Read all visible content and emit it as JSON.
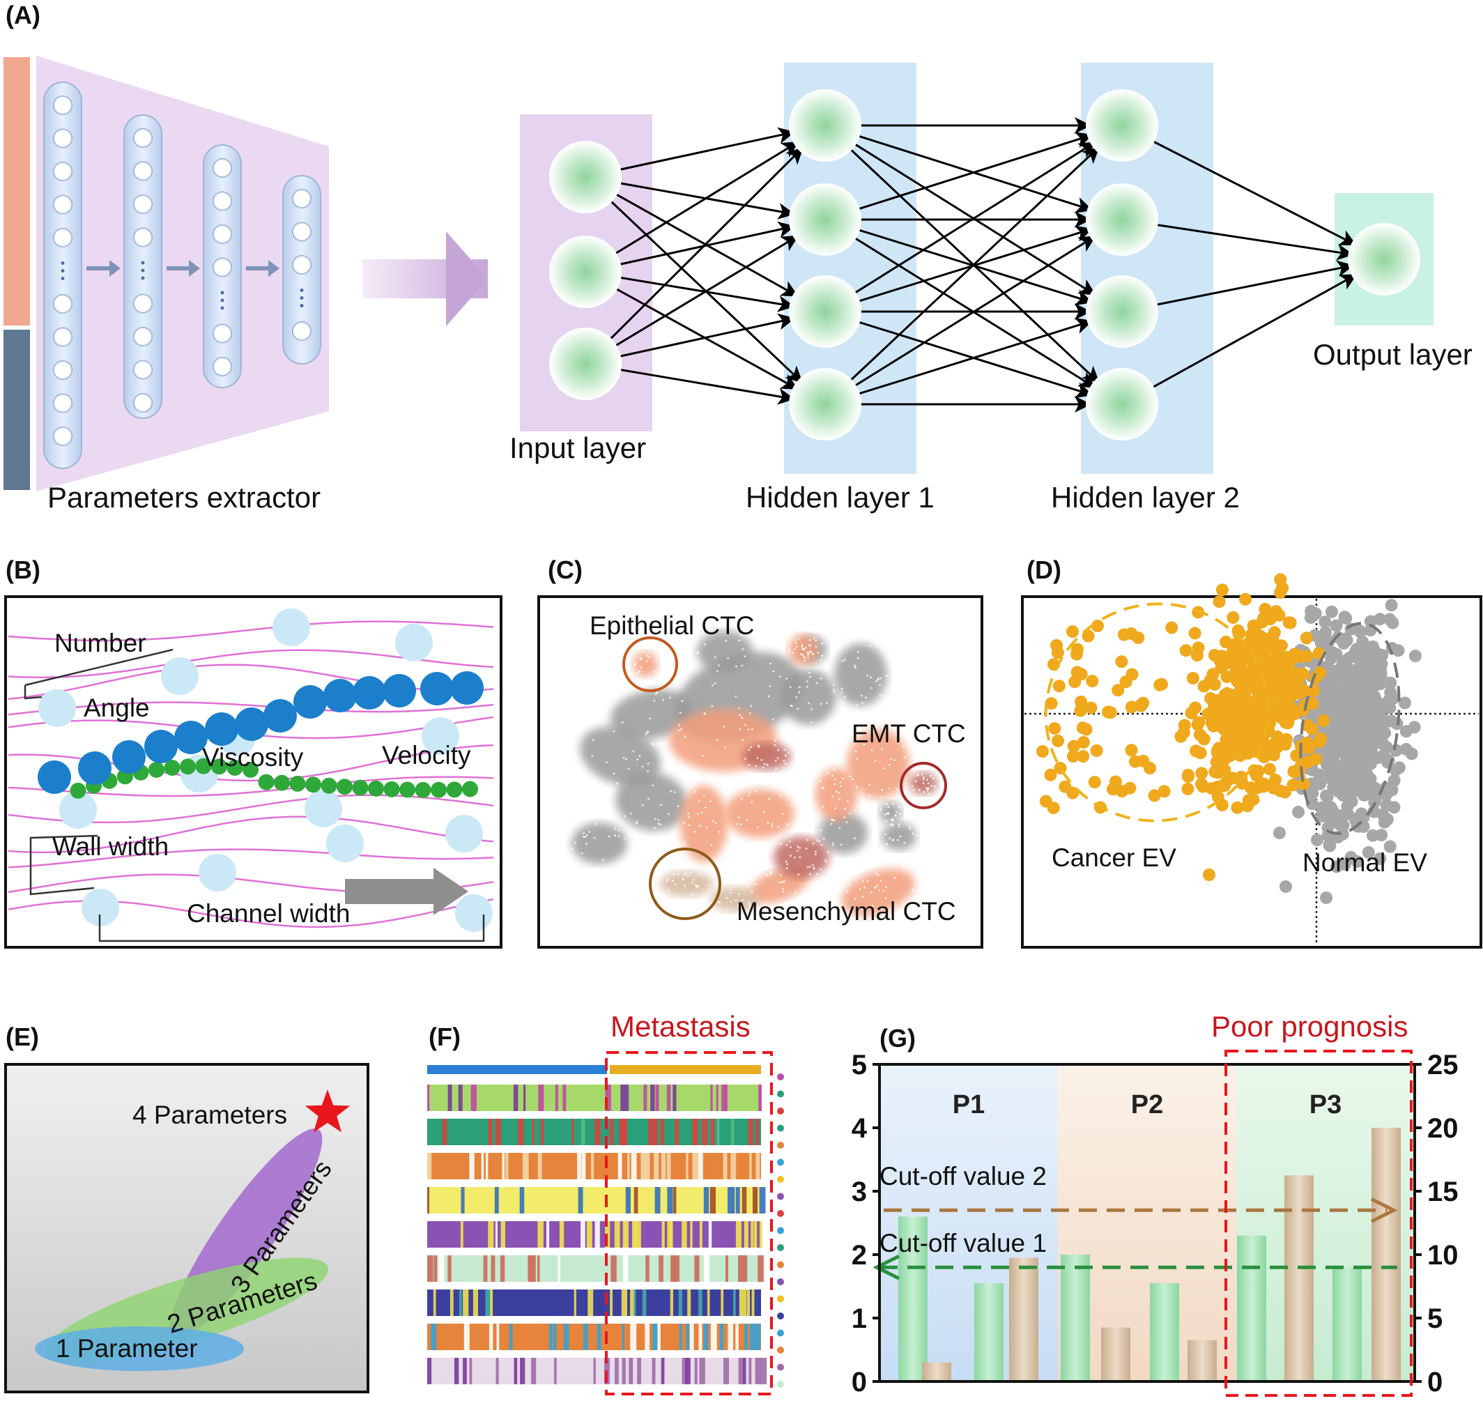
{
  "panels": {
    "A": {
      "label": "(A)",
      "extractor_label": "Parameters extractor",
      "input_label": "Input layer",
      "hidden1_label": "Hidden layer 1",
      "hidden2_label": "Hidden layer 2",
      "output_label": "Output layer",
      "colors": {
        "extractor_bg": "#e9d8f0",
        "input_bg": "#e6d3f0",
        "hidden_bg": "#cfe6f7",
        "output_bg": "#c9f1e4",
        "node": "#8fd49d",
        "bar_top": "#f0a88f",
        "bar_bottom": "#5d7890"
      }
    },
    "B": {
      "label": "(B)",
      "number": "Number",
      "angle": "Angle",
      "viscosity": "Viscosity",
      "velocity": "Velocity",
      "wall_width": "Wall width",
      "channel_width": "Channel width",
      "colors": {
        "large_bead": "#1b7fcc",
        "small_bead": "#2fa83a",
        "light_bead": "#cbe8f7",
        "streamline": "#e070d6"
      }
    },
    "C": {
      "label": "(C)",
      "epithelial": "Epithelial CTC",
      "emt": "EMT CTC",
      "mesenchymal": "Mesenchymal CTC",
      "colors": {
        "epithelial_circle": "#c45a1e",
        "emt_circle": "#a32a2a",
        "mesenchymal_circle": "#8f5a1a"
      }
    },
    "D": {
      "label": "(D)",
      "cancer": "Cancer EV",
      "normal": "Normal EV",
      "colors": {
        "cancer": "#f0a81c",
        "normal": "#a7a7a7"
      }
    },
    "E": {
      "label": "(E)",
      "p1": "1 Parameter",
      "p2": "2 Parameters",
      "p3": "3 Parameters",
      "p4": "4 Parameters",
      "star_icon": "star-icon",
      "colors": {
        "p1": "#5eaee6",
        "p2": "#8dd46e",
        "p3": "#a56fcf",
        "star": "#e8161d"
      }
    },
    "F": {
      "label": "(F)",
      "metastasis": "Metastasis"
    },
    "G": {
      "label": "(G)",
      "poor_prognosis": "Poor prognosis",
      "groups": [
        "P1",
        "P2",
        "P3"
      ],
      "cutoff2": "Cut-off value 2",
      "cutoff1": "Cut-off value 1"
    }
  },
  "chart_data": {
    "type": "bar",
    "groups": [
      "P1",
      "P2",
      "P3"
    ],
    "left_axis": {
      "ylim": [
        0,
        5
      ],
      "ticks": [
        "0",
        "1",
        "2",
        "3",
        "4",
        "5"
      ]
    },
    "right_axis": {
      "ylim": [
        0,
        25
      ],
      "ticks": [
        "0",
        "5",
        "10",
        "15",
        "20",
        "25"
      ]
    },
    "series": [
      {
        "color": "#9fe0b0",
        "axis": "left",
        "values": [
          2.6,
          1.55,
          2.0,
          1.55,
          2.3,
          1.8
        ]
      },
      {
        "color": "#d9c2a7",
        "axis": "left",
        "values": [
          0.3,
          1.95,
          0.85,
          0.65,
          3.25,
          4.0
        ]
      }
    ],
    "cutoffs": [
      {
        "axis": "right",
        "value": 13.5,
        "color": "#a9773f",
        "direction": "right"
      },
      {
        "axis": "right",
        "value": 9,
        "color": "#2a8f3d",
        "direction": "left"
      }
    ],
    "grid": false,
    "xlabel": "",
    "ylabel": ""
  }
}
